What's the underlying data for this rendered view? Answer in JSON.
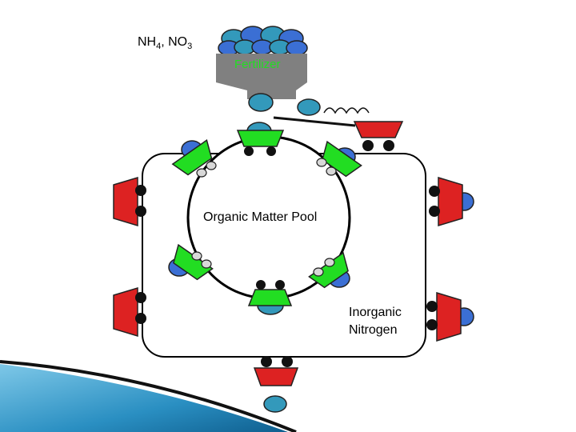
{
  "labels": {
    "formula_nh": "NH",
    "formula_sub1": "4",
    "formula_mid": ", NO",
    "formula_sub2": "3",
    "fertilizer": "Fertilizer",
    "pool": "Organic Matter Pool",
    "inorganic_line1": "Inorganic",
    "inorganic_line2": "Nitrogen"
  },
  "colors": {
    "enzyme_red": "#dd2222",
    "enzyme_green": "#22dd22",
    "ammonium_blue": "#3b6fd4",
    "nitrate_teal": "#3399bb",
    "hopper_gray": "#808080",
    "pool_outline": "#000000",
    "accent_teal": "#1f7fb0"
  }
}
